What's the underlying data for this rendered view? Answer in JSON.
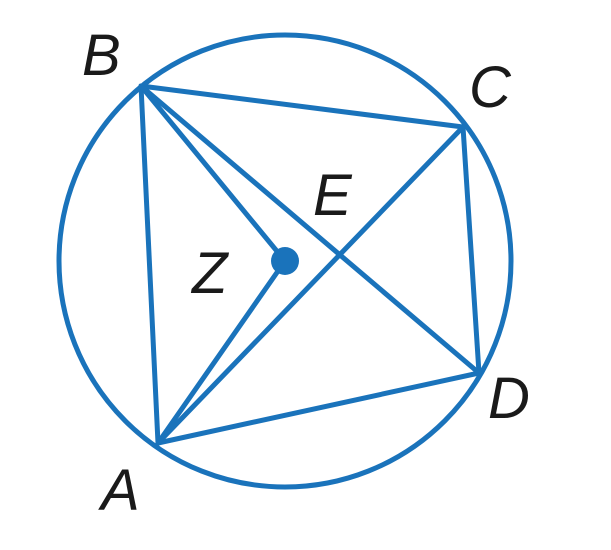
{
  "diagram": {
    "colors": {
      "stroke": "#1a73bb",
      "label": "#1a1a1a"
    },
    "labels": {
      "B": "B",
      "C": "C",
      "E": "E",
      "Z": "Z",
      "A": "A",
      "D": "D"
    }
  }
}
